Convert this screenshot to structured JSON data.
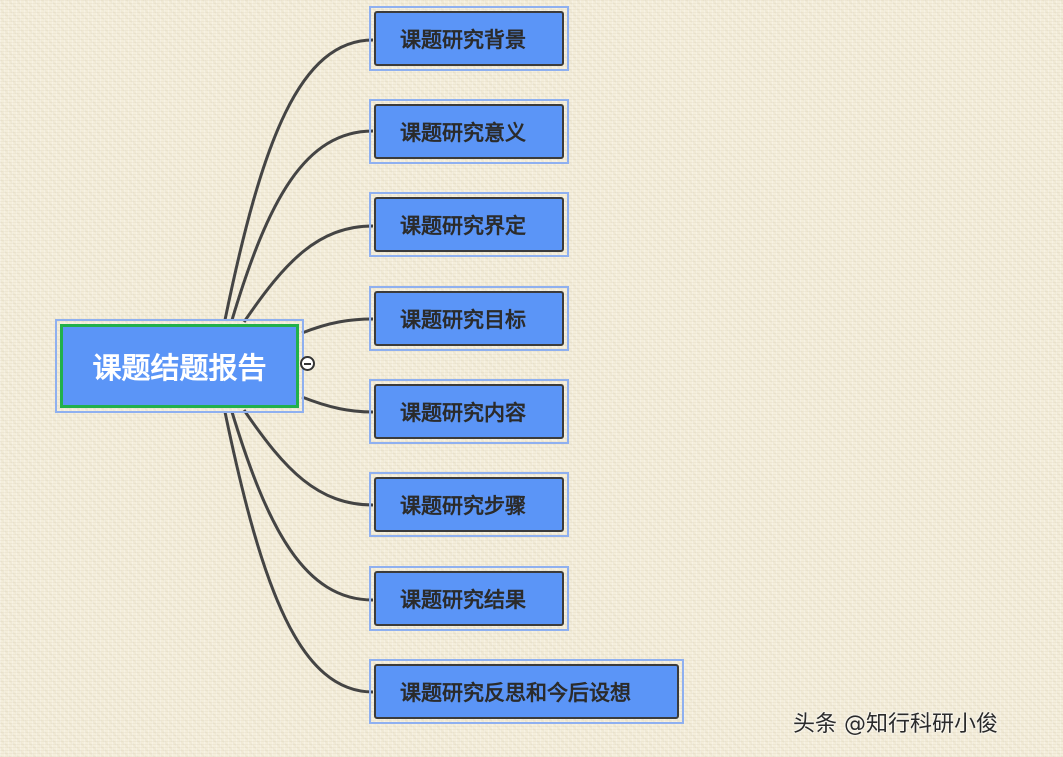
{
  "mindmap": {
    "root": {
      "label": "课题结题报告"
    },
    "branches": [
      {
        "label": "课题研究背景"
      },
      {
        "label": "课题研究意义"
      },
      {
        "label": "课题研究界定"
      },
      {
        "label": "课题研究目标"
      },
      {
        "label": "课题研究内容"
      },
      {
        "label": "课题研究步骤"
      },
      {
        "label": "课题研究结果"
      },
      {
        "label": "课题研究反思和今后设想"
      }
    ]
  },
  "watermark": {
    "text": "头条 @知行科研小俊"
  },
  "colors": {
    "node_fill": "#5b95f7",
    "node_outline": "#3b3b3b",
    "root_outline": "#22b04b",
    "selection_frame": "#8fb0f0",
    "connector": "#444444",
    "background": "#f4eedb"
  },
  "icons": {
    "collapse": "minus-circle-icon"
  }
}
